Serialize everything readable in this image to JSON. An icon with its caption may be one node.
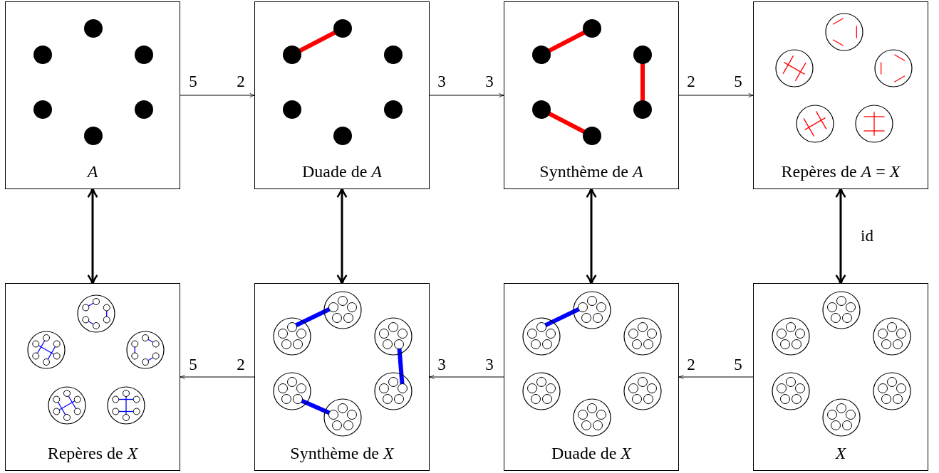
{
  "diagram": {
    "nodes": [
      {
        "text": [
          "*A*"
        ]
      },
      {
        "text": [
          "Duade de *A*"
        ]
      },
      {
        "text": [
          "Synthème de *A*"
        ]
      },
      {
        "text": [
          "Repères de *A* = *X*"
        ]
      },
      {
        "text": [
          "Repères de *X*"
        ]
      },
      {
        "text": [
          "Synthème de *X*"
        ]
      },
      {
        "text": [
          "Duade de *X*"
        ]
      },
      {
        "text": [
          "*X*"
        ]
      }
    ],
    "edges": [
      {
        "from": 0,
        "to": 1,
        "arrow": "to"
      },
      {
        "from": 1,
        "to": 2,
        "arrow": "to"
      },
      {
        "from": 2,
        "to": 3,
        "arrow": "to"
      },
      {
        "from": 7,
        "to": 6,
        "arrow": "to"
      },
      {
        "from": 6,
        "to": 5,
        "arrow": "to"
      },
      {
        "from": 5,
        "to": 4,
        "arrow": "to"
      },
      {
        "from": 0,
        "to": 4,
        "arrow": "both",
        "style": "thick"
      },
      {
        "from": 1,
        "to": 5,
        "arrow": "both",
        "style": "thick"
      },
      {
        "from": 2,
        "to": 6,
        "arrow": "both",
        "style": "thick"
      },
      {
        "from": 3,
        "to": 7,
        "arrow": "both",
        "style": "thick",
        "label": "id"
      }
    ],
    "labels": [
      "5",
      "2",
      "3",
      "3",
      "2",
      "5",
      "5",
      "2",
      "3",
      "3",
      "2",
      "5"
    ]
  }
}
